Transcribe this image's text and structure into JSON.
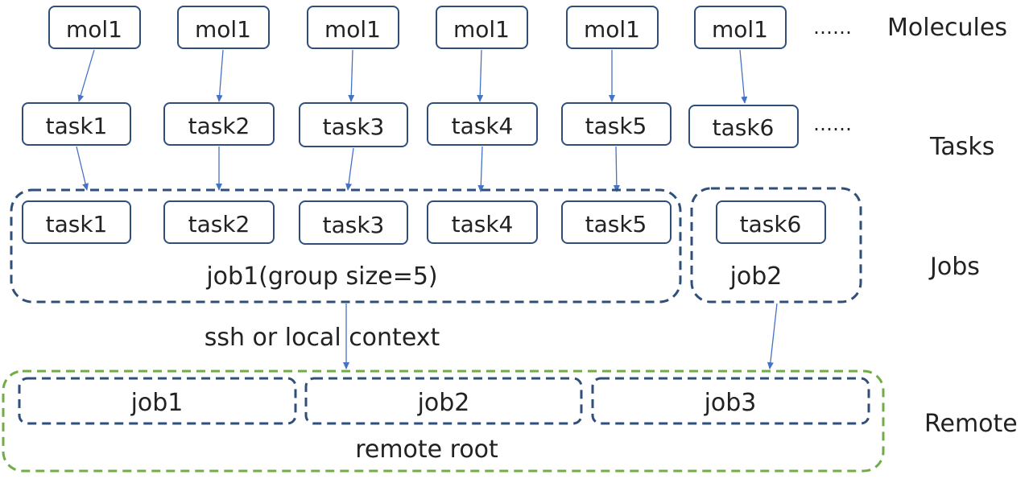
{
  "molecules": [
    "mol1",
    "mol1",
    "mol1",
    "mol1",
    "mol1",
    "mol1"
  ],
  "tasks": [
    "task1",
    "task2",
    "task3",
    "task4",
    "task5",
    "task6"
  ],
  "jobs_tasks": [
    "task1",
    "task2",
    "task3",
    "task4",
    "task5"
  ],
  "job2_task": "task6",
  "job1_label": "job1(group size=5)",
  "job2_label": "job2",
  "ellipsis": "……",
  "connector_label": "ssh or local context",
  "remote_jobs": [
    "job1",
    "job2",
    "job3"
  ],
  "remote_root_label": "remote root",
  "row_labels": {
    "molecules": "Molecules",
    "tasks": "Tasks",
    "jobs": "Jobs",
    "remote": "Remote"
  }
}
